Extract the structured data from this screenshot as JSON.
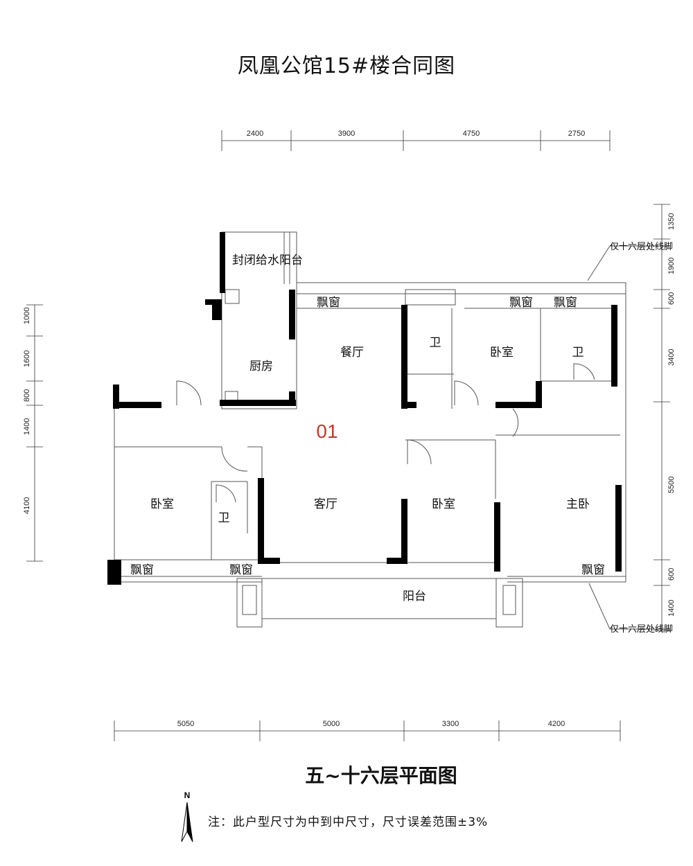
{
  "title": "凤凰公馆15#楼合同图",
  "subtitle": "五~十六层平面图",
  "note": "注：此户型尺寸为中到中尺寸，尺寸误差范围±3%",
  "unit_label": "01",
  "north_label": "N",
  "rooms": {
    "closed_balcony": "封闭给水阳台",
    "kitchen": "厨房",
    "dining": "餐厅",
    "living": "客厅",
    "bedroom_left": "卧室",
    "bath_left": "卫",
    "bay_left": "飘窗",
    "bay_left2": "飘窗",
    "bath_top_mid": "卫",
    "bedroom_top": "卧室",
    "bay_top1": "飘窗",
    "bay_top2": "飘窗",
    "bay_top3": "飘窗",
    "bath_top_right": "卫",
    "bedroom_mid": "卧室",
    "master": "主卧",
    "bay_right": "飘窗",
    "balcony": "阳台"
  },
  "callouts": {
    "top": "仅十六层处线脚",
    "bottom": "仅十六层处线脚"
  },
  "dimensions": {
    "top": [
      "2400",
      "3900",
      "4750",
      "2750"
    ],
    "bottom": [
      "5050",
      "5000",
      "3300",
      "4200"
    ],
    "left": [
      "1000",
      "1600",
      "800",
      "1400",
      "4100"
    ],
    "right": [
      "1350",
      "1900",
      "600",
      "3400",
      "5500",
      "600",
      "1400"
    ]
  }
}
